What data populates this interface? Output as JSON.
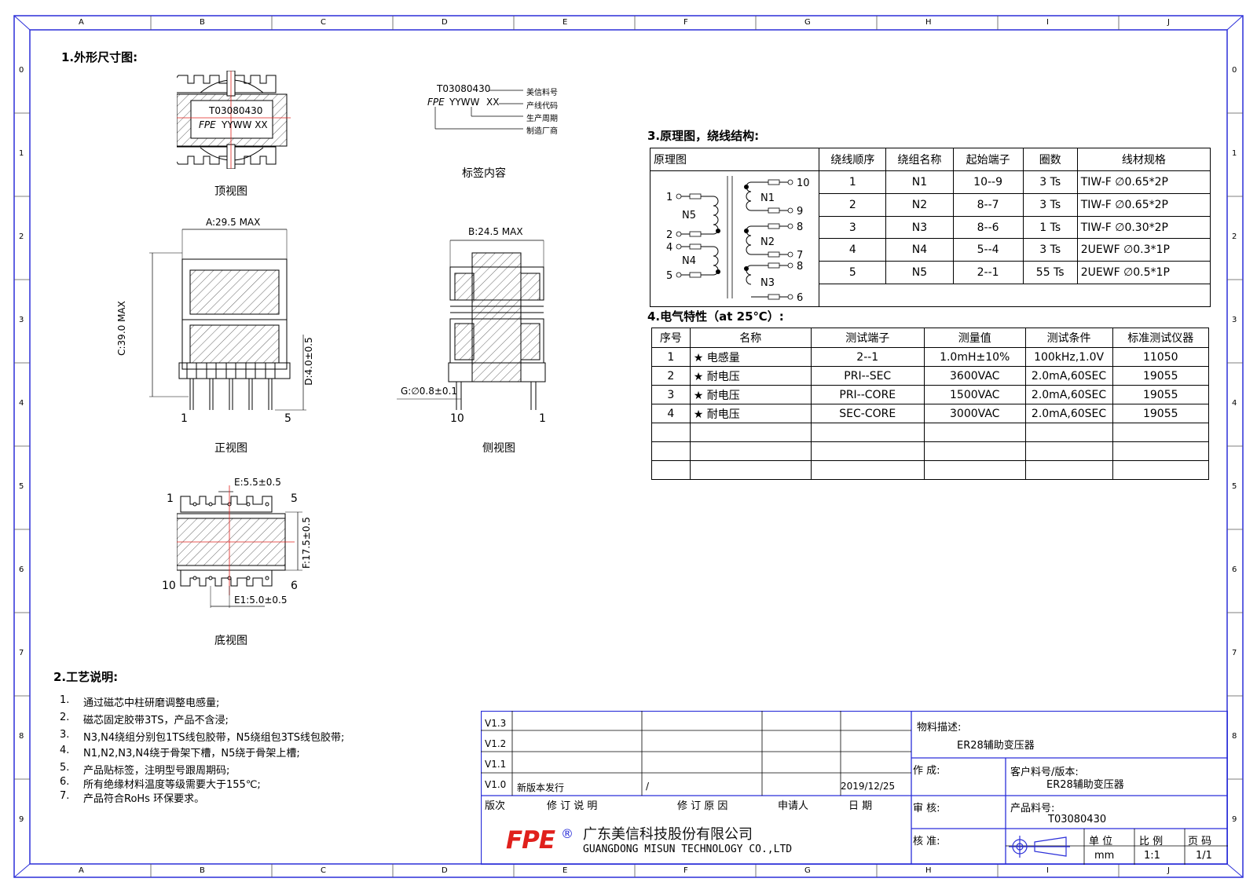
{
  "border_columns": [
    "A",
    "B",
    "C",
    "D",
    "E",
    "F",
    "G",
    "H",
    "I",
    "J"
  ],
  "border_rows": [
    "0",
    "1",
    "2",
    "3",
    "4",
    "5",
    "6",
    "7",
    "8",
    "9"
  ],
  "section1": {
    "title": "1.外形尺寸图:",
    "label_text_line1": "T03080430",
    "label_text_line2_brand": "FPE",
    "label_text_line2_rest": "YYWW XX",
    "top_view_caption": "顶视图",
    "label_caption": "标签内容",
    "label_legend": {
      "part_no": "T03080430",
      "brand": "FPE",
      "period": "YYWW",
      "line": "XX",
      "annot_part": "美信料号",
      "annot_line": "产线代码",
      "annot_period": "生产周期",
      "annot_maker": "制造厂商"
    },
    "front_view": {
      "caption": "正视图",
      "dim_a": "A:29.5 MAX",
      "dim_c": "C:39.0 MAX",
      "dim_d": "D:4.0±0.5",
      "pin_left": "1",
      "pin_right": "5"
    },
    "side_view": {
      "caption": "侧视图",
      "dim_b": "B:24.5 MAX",
      "dim_g": "G:∅0.8±0.1",
      "pin_left": "10",
      "pin_right": "1"
    },
    "bottom_view": {
      "caption": "底视图",
      "dim_e": "E:5.5±0.5",
      "dim_f": "F:17.5±0.5",
      "dim_e1": "E1:5.0±0.5",
      "pin_tl": "1",
      "pin_tr": "5",
      "pin_bl": "10",
      "pin_br": "6"
    }
  },
  "section2": {
    "title": "2.工艺说明:",
    "items": [
      {
        "no": "1.",
        "text": "通过磁芯中柱研磨调整电感量;"
      },
      {
        "no": "2.",
        "text": "磁芯固定胶带3TS，产品不含浸;"
      },
      {
        "no": "3.",
        "text": "N3,N4绕组分别包1TS线包胶带，N5绕组包3TS线包胶带;"
      },
      {
        "no": "4.",
        "text": "N1,N2,N3,N4绕于骨架下槽，N5绕于骨架上槽;"
      },
      {
        "no": "5.",
        "text": "产品贴标签，注明型号跟周期码;"
      },
      {
        "no": "6.",
        "text": "所有绝缘材料温度等级需要大于155℃;"
      },
      {
        "no": "7.",
        "text": "产品符合RoHs 环保要求。"
      }
    ]
  },
  "section3": {
    "title": "3.原理图，绕线结构:",
    "headers": [
      "原理图",
      "绕线顺序",
      "绕组名称",
      "起始端子",
      "圈数",
      "线材规格"
    ],
    "rows": [
      [
        "1",
        "N1",
        "10--9",
        "3 Ts",
        "TIW-F ∅0.65*2P"
      ],
      [
        "2",
        "N2",
        "8--7",
        "3 Ts",
        "TIW-F ∅0.65*2P"
      ],
      [
        "3",
        "N3",
        "8--6",
        "1 Ts",
        "TIW-F ∅0.30*2P"
      ],
      [
        "4",
        "N4",
        "5--4",
        "3 Ts",
        "2UEWF ∅0.3*1P"
      ],
      [
        "5",
        "N5",
        "2--1",
        "55 Ts",
        "2UEWF ∅0.5*1P"
      ]
    ],
    "schematic": {
      "primary_pins": [
        "1",
        "2",
        "4",
        "5"
      ],
      "primary_windings": [
        "N5",
        "N4"
      ],
      "secondary_pins": [
        "10",
        "9",
        "8",
        "7",
        "8",
        "6"
      ],
      "secondary_windings": [
        "N1",
        "N2",
        "N3"
      ]
    }
  },
  "section4": {
    "title": "4.电气特性（at 25℃）:",
    "headers": [
      "序号",
      "名称",
      "测试端子",
      "测量值",
      "测试条件",
      "标准测试仪器"
    ],
    "rows": [
      [
        "1",
        "★ 电感量",
        "2--1",
        "1.0mH±10%",
        "100kHz,1.0V",
        "11050"
      ],
      [
        "2",
        "★ 耐电压",
        "PRI--SEC",
        "3600VAC",
        "2.0mA,60SEC",
        "19055"
      ],
      [
        "3",
        "★ 耐电压",
        "PRI--CORE",
        "1500VAC",
        "2.0mA,60SEC",
        "19055"
      ],
      [
        "4",
        "★ 耐电压",
        "SEC-CORE",
        "3000VAC",
        "2.0mA,60SEC",
        "19055"
      ],
      [
        "",
        "",
        "",
        "",
        "",
        ""
      ],
      [
        "",
        "",
        "",
        "",
        "",
        ""
      ],
      [
        "",
        "",
        "",
        "",
        "",
        ""
      ]
    ]
  },
  "title_block": {
    "versions": [
      "V1.3",
      "V1.2",
      "V1.1",
      "V1.0"
    ],
    "v10_desc": "新版本发行",
    "v10_reason": "/",
    "v10_date": "2019/12/25",
    "hdr_version": "版次",
    "hdr_desc": "修 订 说 明",
    "hdr_reason": "修 订 原 因",
    "hdr_applicant": "申请人",
    "hdr_date": "日  期",
    "company_logo": "FPE",
    "company_reg": "®",
    "company_cn": "广东美信科技股份有限公司",
    "company_en": "GUANGDONG  MISUN  TECHNOLOGY  CO.,LTD",
    "material_desc_label": "物料描述:",
    "material_desc": "ER28辅助变压器",
    "author_label": "作 成:",
    "customer_label": "客户料号/版本:",
    "customer_value": "ER28辅助变压器",
    "review_label": "审 核:",
    "product_no_label": "产品料号:",
    "product_no": "T03080430",
    "approve_label": "核 准:",
    "unit_label": "单 位",
    "scale_label": "比 例",
    "page_label": "页 码",
    "unit_value": "mm",
    "scale_value": "1:1",
    "page_value": "1/1"
  },
  "colors": {
    "frame": "#2b2fd9",
    "center_line": "#e0201c",
    "logo": "#e0201c"
  }
}
